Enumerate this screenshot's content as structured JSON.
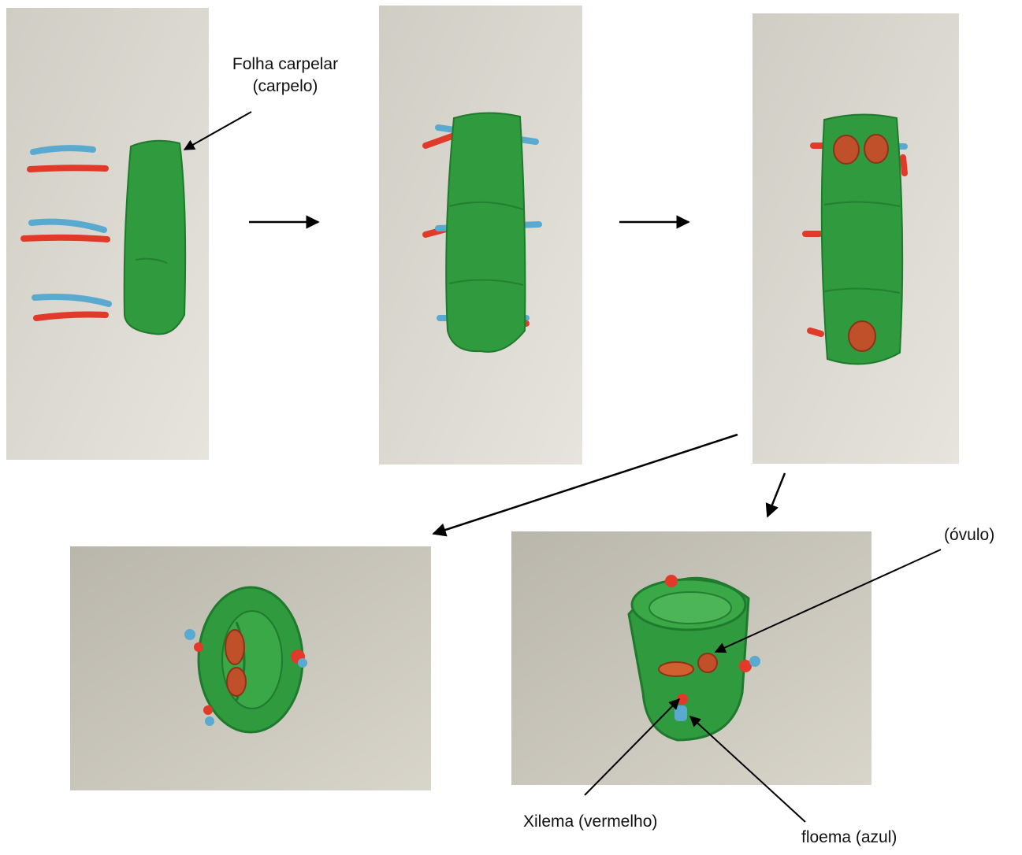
{
  "labels": {
    "carpel_line1": "Folha carpelar",
    "carpel_line2": "(carpelo)",
    "ovule": "(óvulo)",
    "xylem": "Xilema (vermelho)",
    "phloem": "floema (azul)"
  },
  "colors": {
    "plasticine_green": "#2f9a3e",
    "plasticine_green_dark": "#1f7a2d",
    "xylem_red": "#e23a2a",
    "phloem_blue": "#5aaad0",
    "ovule_brown": "#c0502a",
    "paper": "#d9d7cf",
    "arrow": "#000000"
  },
  "photos": [
    {
      "id": "step-1",
      "content": "flat green carpel strip beside three pairs of blue and red rolls"
    },
    {
      "id": "step-2",
      "content": "vascular rolls placed under the carpel edges"
    },
    {
      "id": "step-3",
      "content": "three brown ovules added on the carpel"
    },
    {
      "id": "step-4",
      "content": "carpel rolled, top view"
    },
    {
      "id": "step-5",
      "content": "carpel rolled upright, oblique view"
    }
  ]
}
